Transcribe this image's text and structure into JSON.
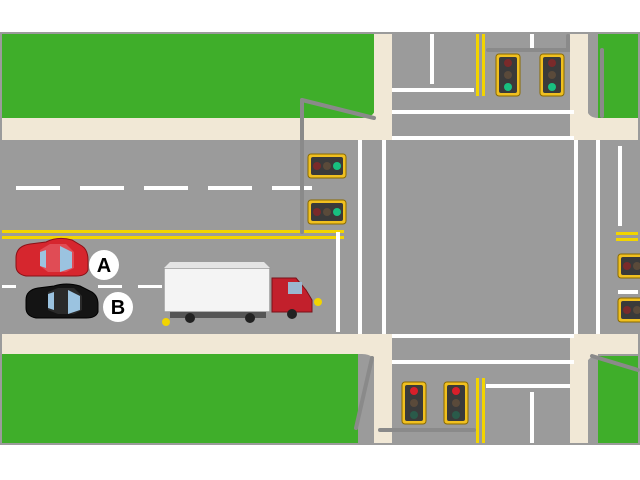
{
  "scene": {
    "title": "",
    "colors": {
      "grass": "#3fae2a",
      "sidewalk": "#f1e8d6",
      "road": "#9b9b9b",
      "lane_white": "#ffffff",
      "lane_yellow": "#f2d400",
      "signal_housing": "#f0c020",
      "signal_red": "#d81f2a",
      "signal_green": "#18c080",
      "pole": "#8a8a8a",
      "car_red": "#d6262e",
      "car_black": "#141414",
      "truck_trailer": "#f4f4f4",
      "truck_cab": "#c2202c"
    },
    "labels": {
      "car_a": "A",
      "car_b": "B"
    },
    "signals": {
      "west_approach_upper": "green",
      "west_approach_lower": "green",
      "north_left": "green",
      "north_right": "green",
      "south_left": "red",
      "south_right": "red",
      "east_upper": "green",
      "east_lower": "green"
    },
    "icons": [
      "traffic-light-icon",
      "car-icon",
      "truck-icon"
    ]
  }
}
